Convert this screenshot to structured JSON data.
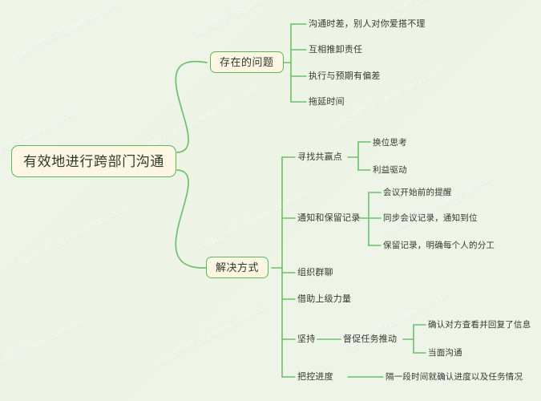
{
  "meta": {
    "background_color": "#eef5e7",
    "node_fill": "#fdf6e3",
    "node_border": "#5bb85b",
    "line_color": "#6cc06c",
    "text_color": "#2f3a2c"
  },
  "watermark": {
    "text": "知犀思维导图 www.zhixi.com"
  },
  "mindmap": {
    "root": "有效地进行跨部门沟通",
    "branches": [
      {
        "label": "存在的问题",
        "children": [
          {
            "label": "沟通时差，别人对你爱搭不理"
          },
          {
            "label": "互相推卸责任"
          },
          {
            "label": "执行与预期有偏差"
          },
          {
            "label": "拖延时间"
          }
        ]
      },
      {
        "label": "解决方式",
        "children": [
          {
            "label": "寻找共赢点",
            "children": [
              {
                "label": "换位思考"
              },
              {
                "label": "利益驱动"
              }
            ]
          },
          {
            "label": "通知和保留记录",
            "children": [
              {
                "label": "会议开始前的提醒"
              },
              {
                "label": "同步会议记录，通知到位"
              },
              {
                "label": "保留记录，明确每个人的分工"
              }
            ]
          },
          {
            "label": "组织群聊"
          },
          {
            "label": "借助上级力量"
          },
          {
            "label": "坚持",
            "children": [
              {
                "label": "督促任务推动",
                "children": [
                  {
                    "label": "确认对方查看并回复了信息"
                  },
                  {
                    "label": "当面沟通"
                  }
                ]
              }
            ]
          },
          {
            "label": "把控进度",
            "children": [
              {
                "label": "隔一段时间就确认进度以及任务情况"
              }
            ]
          }
        ]
      }
    ]
  }
}
